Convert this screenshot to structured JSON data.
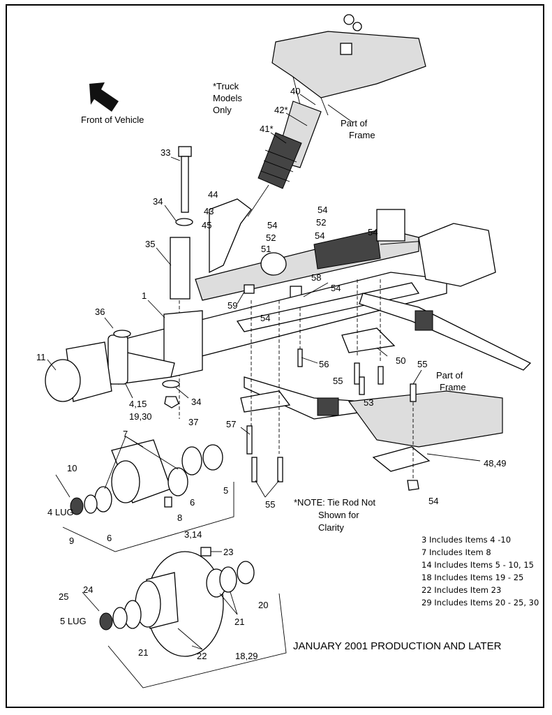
{
  "title": "JANUARY 2001 PRODUCTION AND LATER",
  "orientation": {
    "label": "Front of Vehicle",
    "icon": "front-arrow-icon"
  },
  "callouts": {
    "truck_note": [
      "*Truck",
      "Models",
      "Only"
    ],
    "frame_top": [
      "Part of",
      "Frame"
    ],
    "frame_right": [
      "Part of",
      "Frame"
    ],
    "tie_rod_note": [
      "*NOTE: Tie Rod Not",
      "Shown for",
      "Clarity"
    ],
    "four_lug": "4 LUG",
    "five_lug": "5 LUG"
  },
  "part_numbers": {
    "p40": "40",
    "p42": "42*",
    "p41": "41*",
    "p33": "33",
    "p34a": "34",
    "p35": "35",
    "p44": "44",
    "p43": "43",
    "p45": "45",
    "p54a": "54",
    "p52a": "52",
    "p51": "51",
    "p54b": "54",
    "p52b": "52",
    "p54c": "54",
    "p54d": "54",
    "p58": "58",
    "p54e": "54",
    "p59": "59",
    "p54f": "54",
    "p1": "1",
    "p36": "36",
    "p11": "11",
    "p4_15": "4,15",
    "p19_30": "19,30",
    "p34b": "34",
    "p37": "37",
    "p56": "56",
    "p50": "50",
    "p55a": "55",
    "p55b": "55",
    "p53": "53",
    "p57": "57",
    "p48_49": "48,49",
    "p55c": "55",
    "p54g": "54",
    "p7": "7",
    "p10": "10",
    "p9": "9",
    "p6a": "6",
    "p6b": "6",
    "p8": "8",
    "p5": "5",
    "p3_14": "3,14",
    "p23": "23",
    "p25": "25",
    "p24": "24",
    "p20": "20",
    "p21a": "21",
    "p21b": "21",
    "p22": "22",
    "p18_29": "18,29"
  },
  "notes": [
    "3 Includes Items 4 -10",
    "7 Includes Item 8",
    "14 Includes Items 5 - 10, 15",
    "18 Includes Items 19 - 25",
    "22 Includes Item 23",
    "29 Includes Items 20 - 25, 30"
  ]
}
